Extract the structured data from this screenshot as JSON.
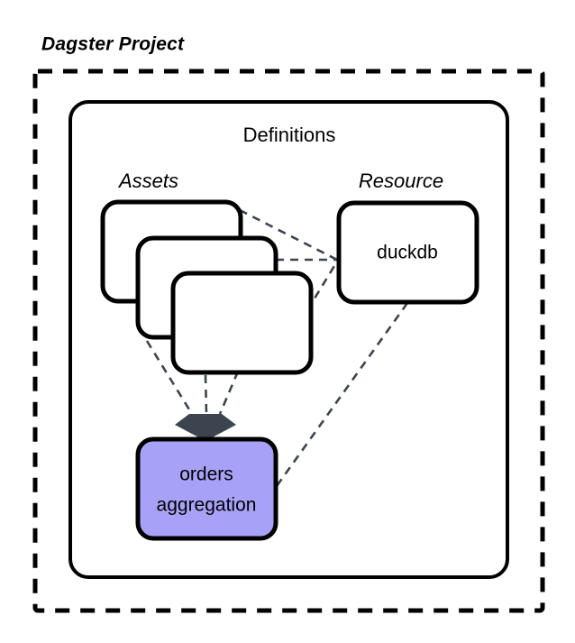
{
  "diagram": {
    "title": "Dagster Project",
    "container": {
      "label": "Definitions"
    },
    "groups": [
      {
        "key": "assets",
        "label": "Assets"
      },
      {
        "key": "resource",
        "label": "Resource"
      }
    ],
    "nodes": {
      "resource": {
        "label": "duckdb"
      },
      "asset_stack": {
        "label": "",
        "count": 3
      },
      "target": {
        "line1": "orders",
        "line2": "aggregation"
      }
    },
    "colors": {
      "background": "#ffffff",
      "stroke": "#000000",
      "edge": "#3c4450",
      "arrowhead": "#3c4450",
      "target_fill": "#a7a2f7",
      "card_fill": "#ffffff"
    },
    "edges": [
      {
        "from": "asset-card-1",
        "to": "duckdb",
        "style": "dashed"
      },
      {
        "from": "asset-card-2",
        "to": "duckdb",
        "style": "dashed"
      },
      {
        "from": "asset-card-3",
        "to": "duckdb",
        "style": "dashed"
      },
      {
        "from": "asset-card-1",
        "to": "orders-aggregation",
        "style": "dashed",
        "arrow": "diamond"
      },
      {
        "from": "asset-card-2",
        "to": "orders-aggregation",
        "style": "dashed",
        "arrow": "diamond"
      },
      {
        "from": "asset-card-3",
        "to": "orders-aggregation",
        "style": "dashed",
        "arrow": "diamond"
      },
      {
        "from": "duckdb",
        "to": "orders-aggregation",
        "style": "dashed"
      }
    ]
  }
}
